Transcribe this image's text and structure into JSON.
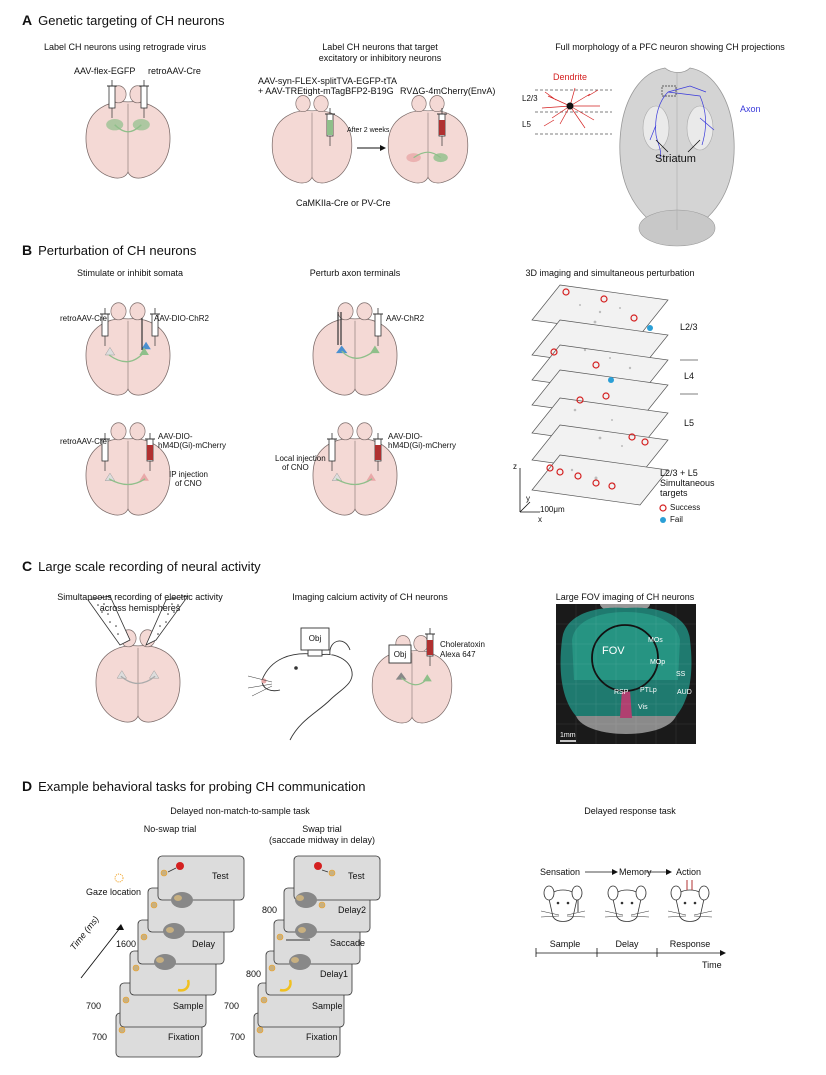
{
  "colors": {
    "brain_fill": "#f4d9d5",
    "brain_stroke": "#7a6a68",
    "neuron_green": "#8fbf8a",
    "neuron_pink": "#e8a8a8",
    "neuron_blue": "#4a90d0",
    "dendrite_red": "#d42020",
    "axon_blue": "#3a3adb",
    "success_red": "#d42020",
    "fail_blue": "#2a9fd6",
    "card_gray": "#dcdcdc"
  },
  "sectionA": {
    "letter": "A",
    "title": "Genetic targeting of  CH neurons",
    "col1": {
      "heading": "Label CH neurons using retrograde virus",
      "virus1": "AAV-flex-EGFP",
      "virus2": "retroAAV-Cre"
    },
    "col2": {
      "heading1": "Label CH neurons that target",
      "heading2": "excitatory or inhibitory neurons",
      "virus1": "AAV-syn-FLEX-splitTVA-EGFP-tTA",
      "virus2": "+ AAV-TREtight-mTagBFP2-B19G",
      "virus3": "RVΔG-4mCherry(EnvA)",
      "after": "After 2 weeks",
      "line": "CaMKIIa-Cre or PV-Cre"
    },
    "col3": {
      "heading": "Full morphology of a PFC neuron showing CH projections",
      "dendrite": "Dendrite",
      "l23": "L2/3",
      "l5": "L5",
      "axon": "Axon",
      "striatum": "Striatum"
    }
  },
  "sectionB": {
    "letter": "B",
    "title": "Perturbation of CH neurons",
    "col1": {
      "heading": "Stimulate or inhibit somata",
      "v1": "retroAAV-Cre",
      "v2": "AAV-DIO-ChR2",
      "v3": "retroAAV-Cre",
      "v4a": "AAV-DIO-",
      "v4b": "hM4D(Gi)-mCherry",
      "ip1": "IP injection",
      "ip2": "of CNO"
    },
    "col2": {
      "heading": "Perturb axon terminals",
      "v1": "AAV-ChR2",
      "loc1": "Local injection",
      "loc2": "of CNO",
      "v2a": "AAV-DIO-",
      "v2b": "hM4D(Gi)-mCherry"
    },
    "col3": {
      "heading": "3D imaging and simultaneous perturbation",
      "l23": "L2/3",
      "l4": "L4",
      "l5": "L5",
      "combo": "L2/3 + L5",
      "sim1": "Simultaneous",
      "sim2": "targets",
      "success": "Success",
      "fail": "Fail",
      "scale": "100μm",
      "ax_z": "z",
      "ax_y": "y",
      "ax_x": "x"
    }
  },
  "sectionC": {
    "letter": "C",
    "title": "Large scale recording of neural activity",
    "col1": {
      "heading1": "Simultaneous recording of electric activity",
      "heading2": "across hemispheres"
    },
    "col2": {
      "heading": "Imaging calcium activity of CH neurons",
      "obj1": "Obj",
      "obj2": "Obj",
      "tracer1": "Choleratoxin",
      "tracer2": "Alexa 647"
    },
    "col3": {
      "heading": "Large FOV imaging of CH neurons",
      "fov": "FOV",
      "mos": "MOs",
      "mop": "MOp",
      "ss": "SS",
      "rsp": "RSP",
      "ptlp": "PTLp",
      "aud": "AUD",
      "vis": "Vis",
      "scale": "1mm"
    }
  },
  "sectionD": {
    "letter": "D",
    "title": "Example behavioral tasks for probing CH communication",
    "dnms": "Delayed non-match-to-sample task",
    "noswap": "No-swap trial",
    "swap1": "Swap trial",
    "swap2": "(saccade midway in delay)",
    "gaze": "Gaze location",
    "time": "Time (ms)",
    "ns_labels": {
      "test": "Test",
      "delay": "Delay",
      "sample": "Sample",
      "fixation": "Fixation",
      "t1600": "1600",
      "t700a": "700",
      "t700b": "700"
    },
    "sw_labels": {
      "test": "Test",
      "delay2": "Delay2",
      "saccade": "Saccade",
      "delay1": "Delay1",
      "sample": "Sample",
      "fixation": "Fixation",
      "t800a": "800",
      "t800b": "800",
      "t700a": "700",
      "t700b": "700"
    },
    "drt": {
      "title": "Delayed response task",
      "sensation": "Sensation",
      "memory": "Memory",
      "action": "Action",
      "sample": "Sample",
      "delay": "Delay",
      "response": "Response",
      "time": "Time"
    }
  }
}
